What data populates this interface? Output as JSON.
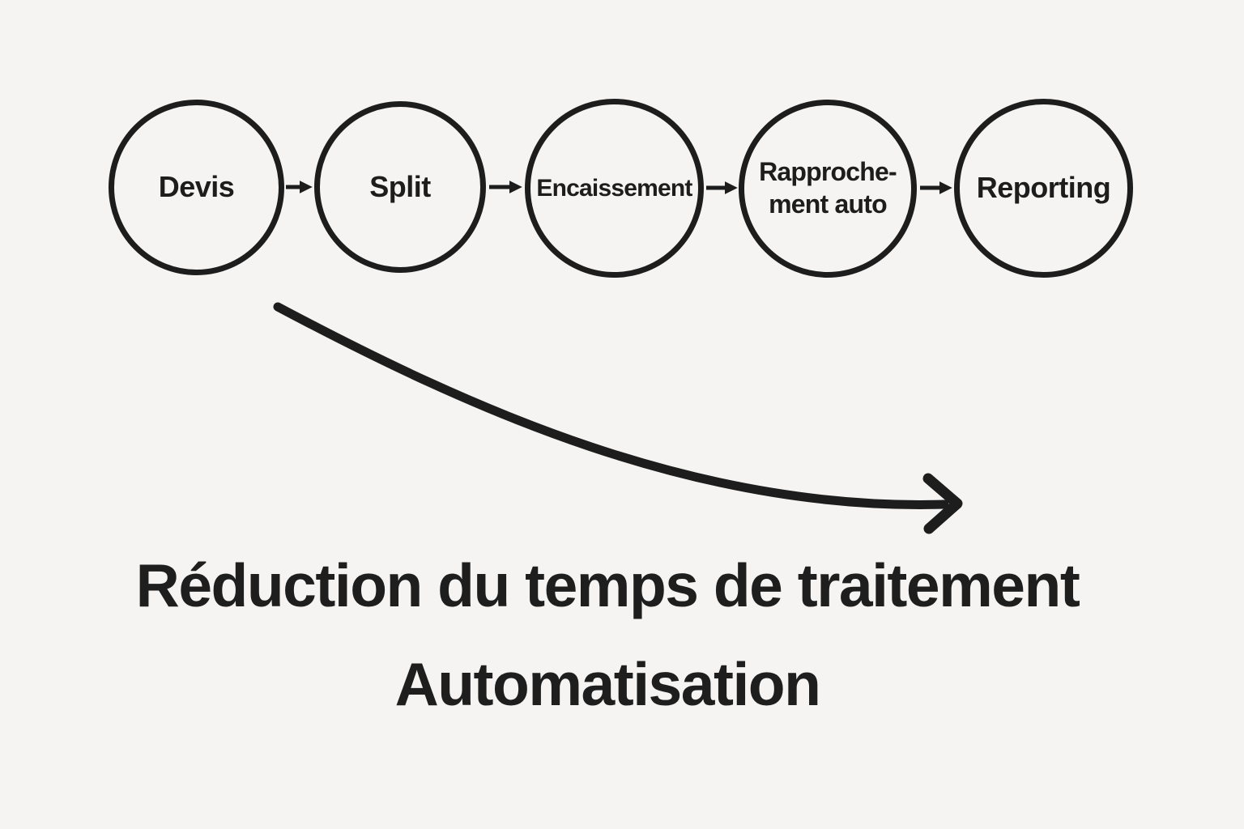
{
  "diagram": {
    "background_color": "#f5f4f2",
    "ink_color": "#1d1d1d",
    "steps": [
      {
        "label": "Devis"
      },
      {
        "label": "Split"
      },
      {
        "label": "Encaissement"
      },
      {
        "label": "Rapproche-\nment auto"
      },
      {
        "label": "Reporting"
      }
    ],
    "icons": {
      "connector": "arrow-right-icon",
      "trend": "curved-arrow-down-right-icon"
    },
    "caption": {
      "line1": "Réduction du temps de traitement",
      "line2": "Automatisation"
    }
  }
}
